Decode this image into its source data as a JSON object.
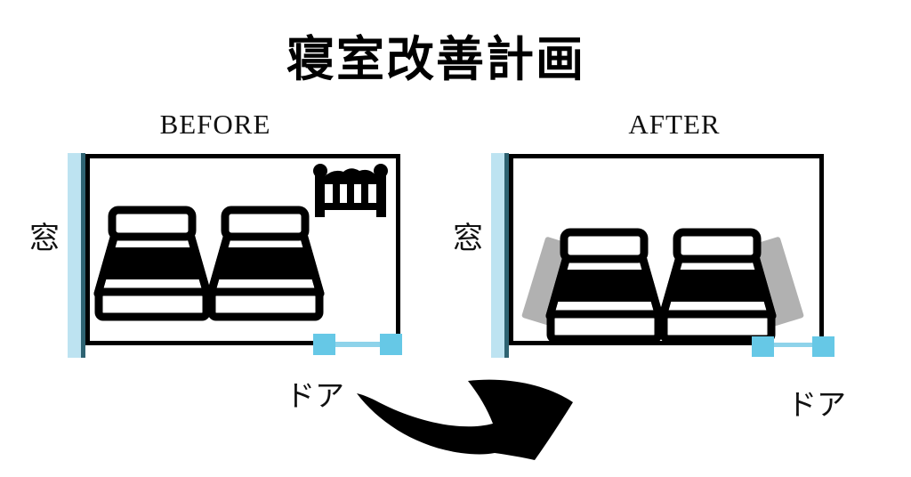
{
  "title": "寝室改善計画",
  "panels": {
    "before": {
      "label": "BEFORE",
      "window_label": "窓",
      "door_label": "ドア"
    },
    "after": {
      "label": "AFTER",
      "window_label": "窓",
      "door_label": "ドア"
    }
  },
  "icons": {
    "beds": "double-bed-icon",
    "crib": "crib-bed-icon",
    "window": "window-icon",
    "door": "door-icon",
    "guard": "mattress-guard-icon",
    "arrow": "curved-arrow-icon"
  },
  "colors": {
    "ink": "#000000",
    "door_blue": "#66c8e6",
    "door_line_blue": "#8ed3ea",
    "window_light_blue": "#bde3f1",
    "window_frame_teal": "#2e6372",
    "guard_gray": "#b1b1b1"
  }
}
